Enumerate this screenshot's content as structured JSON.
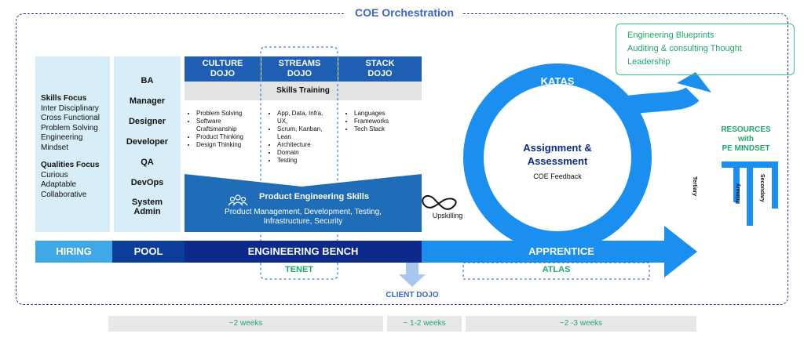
{
  "orchestration": {
    "title": "COE Orchestration"
  },
  "skills_column": {
    "heading1": "Skills Focus",
    "items1": [
      "Inter Disciplinary",
      "Cross Functional",
      "Problem Solving",
      "Engineering",
      "Mindset"
    ],
    "heading2": "Qualities Focus",
    "items2": [
      "Curious",
      "Adaptable",
      "Collaborative"
    ]
  },
  "roles": [
    "BA",
    "Manager",
    "Designer",
    "Developer",
    "QA",
    "DevOps",
    "System\nAdmin"
  ],
  "dojos": {
    "culture": {
      "title": "CULTURE\nDOJO",
      "items": [
        "Problem Solving",
        "Software\nCraftsmanship",
        "Product Thinking",
        "Design Thinking"
      ]
    },
    "streams": {
      "title": "STREAMS\nDOJO",
      "items": [
        "App, Data, Infra,\nUX,",
        "Scrum, Kanban,\nLean",
        "Architecture",
        "Domain",
        "Testing"
      ]
    },
    "stack": {
      "title": "STACK\nDOJO",
      "items": [
        "Languages",
        "Frameworks",
        "Tech Stack"
      ]
    }
  },
  "skills_training": "Skills Training",
  "product_engineering": {
    "title": "Product Engineering Skills",
    "subtitle": "Product  Management, Development, Testing,\nInfrastructure, Security"
  },
  "upskilling": "Upskilling",
  "bar": {
    "hiring": "HIRING",
    "pool": "POOL",
    "bench": "ENGINEERING BENCH",
    "apprentice": "APPRENTICE"
  },
  "tenet": "TENET",
  "atlas": "ATLAS",
  "client_dojo": "CLIENT DOJO",
  "katas": {
    "title": "KATAS",
    "center_title": "Assignment &\nAssessment",
    "center_sub": "COE Feedback"
  },
  "outcomes": [
    "Engineering Blueprints",
    "Auditing & consulting Thought",
    "Leadership"
  ],
  "resources": {
    "title": "RESOURCES\nwith\nPE MINDSET",
    "tertiary": "Tertiary",
    "primary": "Primary",
    "secondary": "Secondary"
  },
  "weeks": [
    "~2 weeks",
    "~ 1-2  weeks",
    "~2 -3  weeks"
  ],
  "colors": {
    "dark_navy": "#0d2a8a",
    "mid_blue": "#1f5fb3",
    "light_blue": "#3fa9e8",
    "ring_blue": "#1b8ff0",
    "green": "#1ea86a"
  }
}
